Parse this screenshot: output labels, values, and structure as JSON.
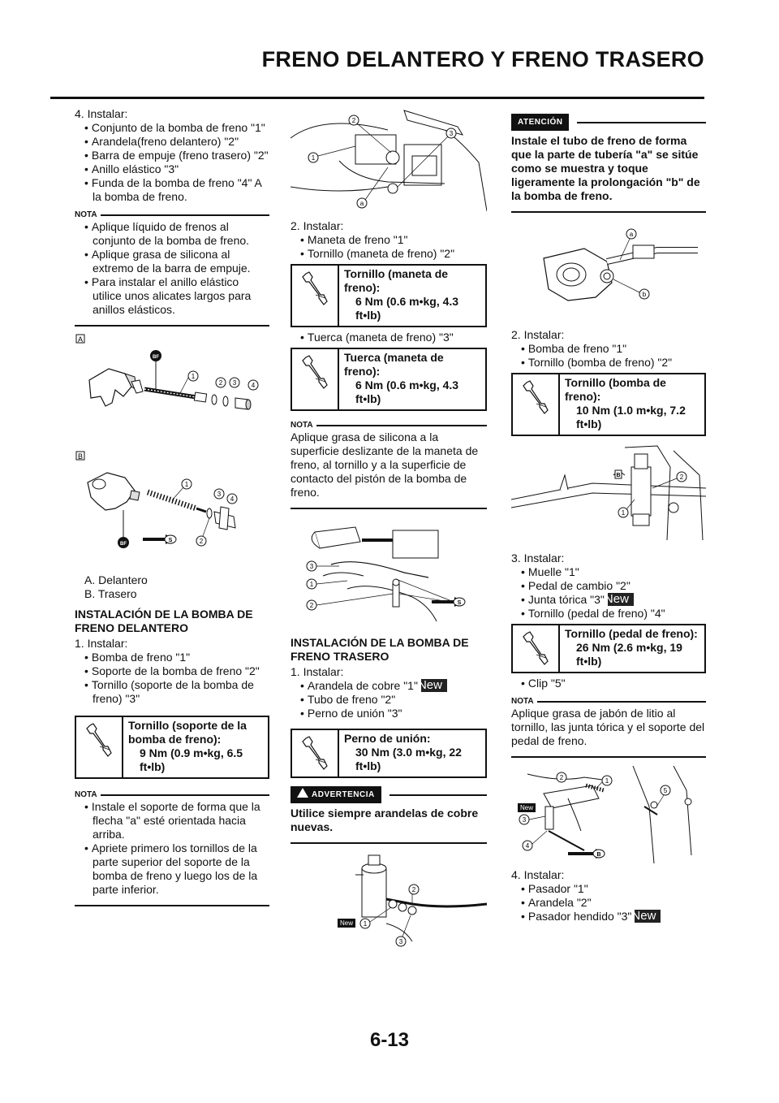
{
  "header": {
    "title": "FRENO DELANTERO Y FRENO TRASERO"
  },
  "page_number": "6-13",
  "col1": {
    "step4": {
      "title": "4. Instalar:",
      "items": [
        "Conjunto de la bomba de freno \"1\"",
        "Arandela(freno delantero) \"2\"",
        "Barra de empuje (freno trasero) \"2\"",
        "Anillo elástico \"3\"",
        "Funda de la bomba de freno \"4\" A la bomba de freno."
      ]
    },
    "note1": {
      "label": "NOTA",
      "items": [
        "Aplique líquido de frenos al conjunto de la bomba de freno.",
        "Aplique grasa de silicona al extremo de la barra de empuje.",
        "Para instalar el anillo elástico utilice unos alicates largos para anillos elásticos."
      ]
    },
    "figA_label": "A",
    "figB_label": "B",
    "legend": [
      "A. Delantero",
      "B. Trasero"
    ],
    "section_title": "INSTALACIÓN DE LA BOMBA DE FRENO DELANTERO",
    "step1": {
      "title": "1. Instalar:",
      "items": [
        "Bomba de freno \"1\"",
        "Soporte de la bomba de freno \"2\"",
        "Tornillo (soporte de la bomba de freno) \"3\""
      ]
    },
    "spec1": {
      "name": "Tornillo (soporte de la bomba de freno):",
      "value": "9 Nm (0.9 m•kg, 6.5 ft•lb)"
    },
    "note2": {
      "label": "NOTA",
      "items": [
        "Instale el soporte de forma que la flecha \"a\" esté orientada hacia arriba.",
        "Apriete primero los tornillos de la parte superior del soporte de la bomba de freno y luego los de la parte inferior."
      ]
    }
  },
  "col2": {
    "step2": {
      "title": "2. Instalar:",
      "items": [
        "Maneta de freno \"1\"",
        "Tornillo (maneta de freno) \"2\""
      ]
    },
    "spec2": {
      "name": "Tornillo (maneta de freno):",
      "value": "6 Nm (0.6 m•kg, 4.3 ft•lb)"
    },
    "item3": "Tuerca (maneta de freno) \"3\"",
    "spec3": {
      "name": "Tuerca (maneta de freno):",
      "value": "6 Nm (0.6 m•kg, 4.3 ft•lb)"
    },
    "note3": {
      "label": "NOTA",
      "text": "Aplique grasa de silicona a la superficie deslizante de la maneta de freno, al tornillo y a la superficie de contacto del pistón de la bomba de freno."
    },
    "section_title": "INSTALACIÓN DE LA BOMBA DE FRENO TRASERO",
    "step1": {
      "title": "1. Instalar:",
      "items": [
        "Arandela de cobre \"1\"",
        "Tubo de freno \"2\"",
        "Perno de unión \"3\""
      ],
      "new_label": "New"
    },
    "spec4": {
      "name": "Perno de unión:",
      "value": "30 Nm (3.0 m•kg, 22 ft•lb)"
    },
    "warning": {
      "label": "ADVERTENCIA",
      "text": "Utilice siempre arandelas de cobre nuevas."
    }
  },
  "col3": {
    "caution": {
      "label": "ATENCIÓN",
      "text": "Instale el tubo de freno de forma que la parte de tubería \"a\" se sitúe como se muestra y toque ligeramente la prolongación \"b\" de la bomba de freno."
    },
    "step2": {
      "title": "2. Instalar:",
      "items": [
        "Bomba de freno \"1\"",
        "Tornillo (bomba de freno) \"2\""
      ]
    },
    "spec5": {
      "name": "Tornillo (bomba de freno):",
      "value": "10 Nm (1.0 m•kg, 7.2 ft•lb)"
    },
    "step3": {
      "title": "3. Instalar:",
      "items": [
        "Muelle \"1\"",
        "Pedal de cambio \"2\"",
        "Junta tórica \"3\"",
        "Tornillo (pedal de freno) \"4\""
      ],
      "new_label": "New"
    },
    "spec6": {
      "name": "Tornillo (pedal de freno):",
      "value": "26 Nm (2.6 m•kg, 19 ft•lb)"
    },
    "clip": "Clip \"5\"",
    "note4": {
      "label": "NOTA",
      "text": "Aplique grasa de jabón de litio al tornillo, las junta tórica y el soporte del pedal de freno."
    },
    "step4": {
      "title": "4. Instalar:",
      "items": [
        "Pasador \"1\"",
        "Arandela \"2\"",
        "Pasador hendido \"3\""
      ],
      "new_label": "New"
    }
  },
  "figure_labels": {
    "n1": "1",
    "n2": "2",
    "n3": "3",
    "n4": "4",
    "n5": "5",
    "a": "a",
    "b": "b",
    "bf": "BF",
    "s": "S",
    "b_tag": "B",
    "new": "New"
  }
}
